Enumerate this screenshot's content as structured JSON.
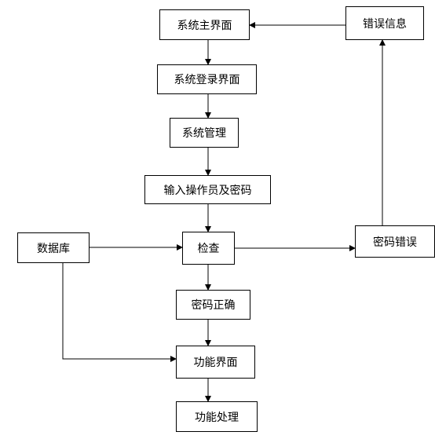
{
  "diagram": {
    "nodes": [
      {
        "id": "main",
        "label": "系统主界面"
      },
      {
        "id": "err",
        "label": "错误信息"
      },
      {
        "id": "login",
        "label": "系统登录界面"
      },
      {
        "id": "mgmt",
        "label": "系统管理"
      },
      {
        "id": "input",
        "label": "输入操作员及密码"
      },
      {
        "id": "db",
        "label": "数据库"
      },
      {
        "id": "check",
        "label": "检查"
      },
      {
        "id": "pwderr",
        "label": "密码错误"
      },
      {
        "id": "pwdok",
        "label": "密码正确"
      },
      {
        "id": "func",
        "label": "功能界面"
      },
      {
        "id": "proc",
        "label": "功能处理"
      }
    ],
    "edges": [
      {
        "from": "main",
        "to": "login"
      },
      {
        "from": "login",
        "to": "mgmt"
      },
      {
        "from": "mgmt",
        "to": "input"
      },
      {
        "from": "input",
        "to": "check"
      },
      {
        "from": "db",
        "to": "check"
      },
      {
        "from": "check",
        "to": "pwderr"
      },
      {
        "from": "pwderr",
        "to": "err"
      },
      {
        "from": "err",
        "to": "main"
      },
      {
        "from": "check",
        "to": "pwdok"
      },
      {
        "from": "pwdok",
        "to": "func"
      },
      {
        "from": "db",
        "to": "func"
      },
      {
        "from": "func",
        "to": "proc"
      }
    ],
    "colors": {
      "line": "#000000",
      "box_border": "#000000",
      "background": "#ffffff"
    }
  }
}
